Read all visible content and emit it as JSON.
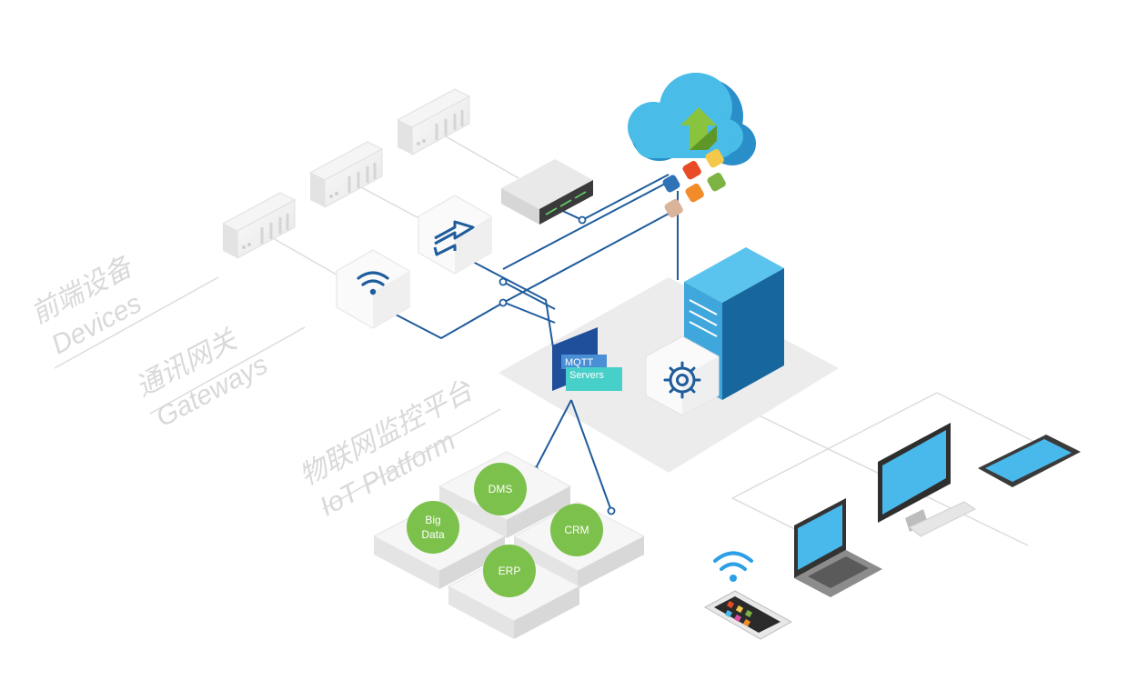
{
  "layers": {
    "devices": {
      "cn": "前端设备",
      "en": "Devices"
    },
    "gateways": {
      "cn": "通讯网关",
      "en": "Gateways"
    },
    "platform": {
      "cn": "物联网监控平台",
      "en": "IoT Platform"
    }
  },
  "mqtt": {
    "line1": "MQTT",
    "line2": "Servers"
  },
  "applications": {
    "dms": "DMS",
    "big_data_line1": "Big",
    "big_data_line2": "Data",
    "crm": "CRM",
    "erp": "ERP"
  },
  "colors": {
    "line_blue": "#1f5c9c",
    "cloud_blue": "#3fb3e6",
    "server_blue": "#1d7fb8",
    "app_green": "#7cc14b",
    "mqtt_teal": "#47d0c9",
    "label_gray": "#d9d9d9"
  },
  "icons": [
    "cloud-icon",
    "wifi-icon",
    "exchange-arrows-icon",
    "gear-icon",
    "upload-arrow-icon"
  ]
}
